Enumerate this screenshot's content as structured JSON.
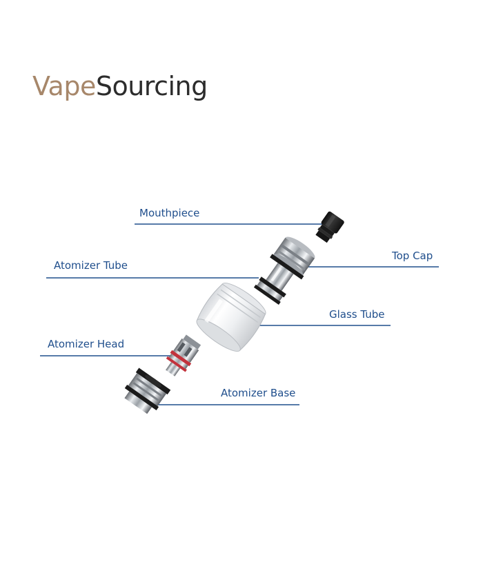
{
  "logo": {
    "part1": "Vape",
    "part2": "Sourcing",
    "part1_color": "#a7876a",
    "part2_color": "#2c2c2c"
  },
  "line_color": "#1f4e8c",
  "labels": {
    "mouthpiece": "Mouthpiece",
    "top_cap": "Top Cap",
    "atomizer_tube": "Atomizer Tube",
    "glass_tube": "Glass Tube",
    "atomizer_head": "Atomizer Head",
    "atomizer_base": "Atomizer Base"
  }
}
